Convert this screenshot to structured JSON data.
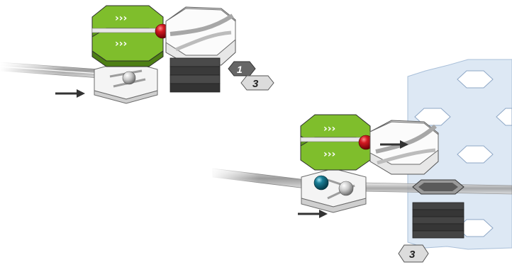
{
  "badges": {
    "top_small": "1",
    "top_large": "3",
    "bottom": "3"
  },
  "chevron_glyphs": "›››",
  "colors": {
    "lime": "#7fbe2c",
    "lime_dark": "#5e9a1a",
    "red_marble": "#c8141e",
    "teal_marble": "#1a7f97",
    "metal": "#c9c9c9",
    "dark_stack": "#3d3d3d",
    "blue_panel": "#d5e2f1",
    "arrow": "#333333"
  },
  "icons": [
    "arrow-right-icon",
    "hex-badge-icon",
    "marble-icon"
  ]
}
